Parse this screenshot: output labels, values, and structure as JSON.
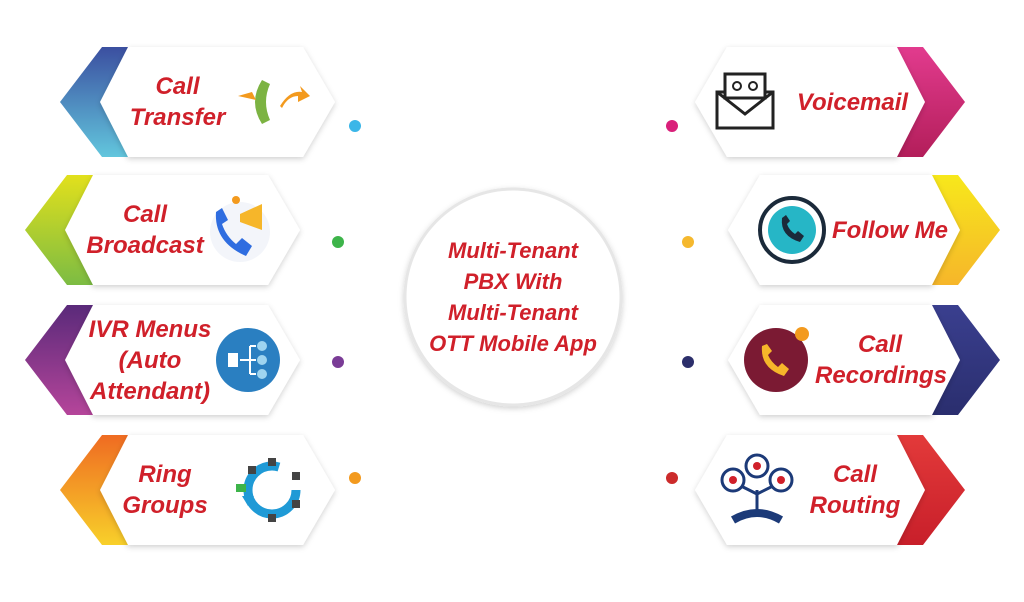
{
  "center": {
    "lines": [
      "Multi-Tenant",
      "PBX With",
      "Multi-Tenant",
      "OTT Mobile App"
    ]
  },
  "features": [
    {
      "id": "call-transfer",
      "side": "left",
      "lines": [
        "Call",
        "Transfer"
      ],
      "icon": "phone-transfer-icon",
      "chevron": [
        "#3b4fa0",
        "#62c6dd"
      ],
      "dot": "#3bb6e8"
    },
    {
      "id": "call-broadcast",
      "side": "left",
      "lines": [
        "Call",
        "Broadcast"
      ],
      "icon": "phone-megaphone-icon",
      "chevron": [
        "#e2e01c",
        "#7cbc43"
      ],
      "dot": "#3db44a"
    },
    {
      "id": "ivr-menus",
      "side": "left",
      "lines": [
        "IVR Menus",
        "(Auto",
        "Attendant)"
      ],
      "icon": "ivr-tree-icon",
      "chevron": [
        "#5a2a7a",
        "#b5459a"
      ],
      "dot": "#7a3c96"
    },
    {
      "id": "ring-groups",
      "side": "left",
      "lines": [
        "Ring",
        "Groups"
      ],
      "icon": "ring-cycle-icon",
      "chevron": [
        "#ef6b22",
        "#f8d02a"
      ],
      "dot": "#f39a1e"
    },
    {
      "id": "voicemail",
      "side": "right",
      "lines": [
        "Voicemail"
      ],
      "icon": "voicemail-envelope-icon",
      "chevron": [
        "#e23b8e",
        "#b31e5a"
      ],
      "dot": "#d9207a"
    },
    {
      "id": "follow-me",
      "side": "right",
      "lines": [
        "Follow Me"
      ],
      "icon": "follow-me-phone-icon",
      "chevron": [
        "#f7e81b",
        "#f6b62a"
      ],
      "dot": "#f5b82e"
    },
    {
      "id": "call-recordings",
      "side": "right",
      "lines": [
        "Call",
        "Recordings"
      ],
      "icon": "call-recording-icon",
      "chevron": [
        "#3a3f8f",
        "#2a2e6e"
      ],
      "dot": "#2c2f6b"
    },
    {
      "id": "call-routing",
      "side": "right",
      "lines": [
        "Call",
        "Routing"
      ],
      "icon": "call-routing-icon",
      "chevron": [
        "#e33a3a",
        "#c81f2a"
      ],
      "dot": "#cc2b2b"
    }
  ]
}
